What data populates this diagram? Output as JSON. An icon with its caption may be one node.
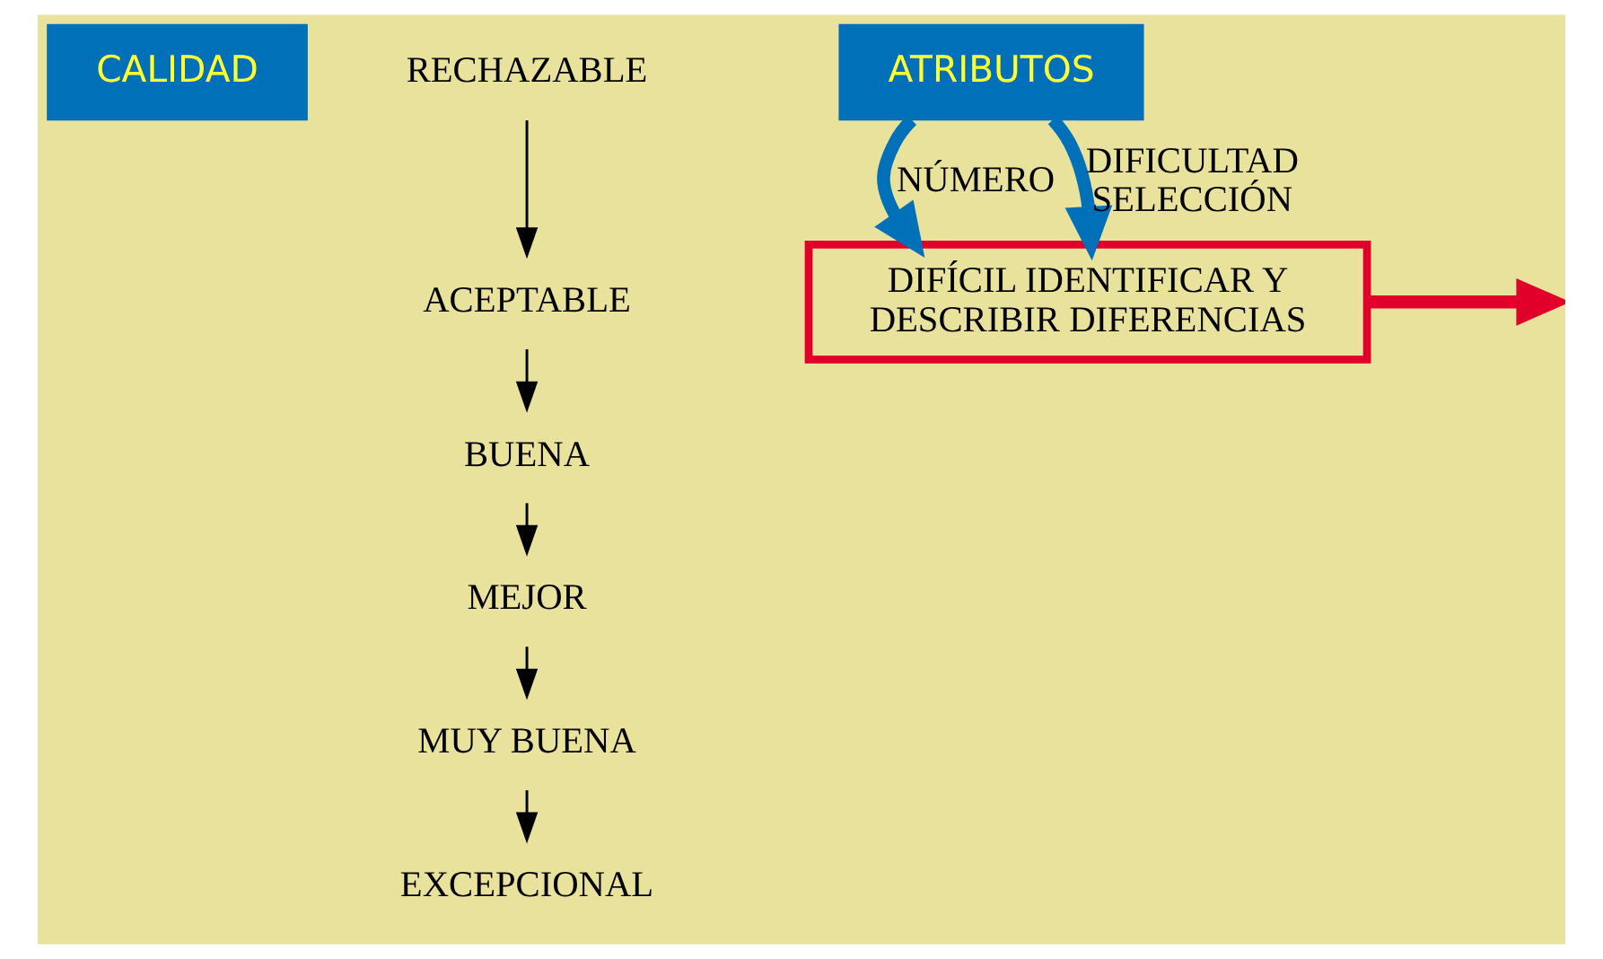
{
  "diagram": {
    "nodes": [
      {
        "text": [
          "CALIDAD"
        ]
      },
      {
        "text": [
          "RECHAZABLE"
        ]
      },
      {
        "text": [
          "ACEPTABLE"
        ]
      },
      {
        "text": [
          "BUENA"
        ]
      },
      {
        "text": [
          "MEJOR"
        ]
      },
      {
        "text": [
          "MUY BUENA"
        ]
      },
      {
        "text": [
          "EXCEPCIONAL"
        ]
      },
      {
        "text": [
          "ATRIBUTOS"
        ]
      },
      {
        "text": [
          "DIFÍCIL IDENTIFICAR Y DESCRIBIR DIFERENCIAS"
        ]
      }
    ],
    "edges": [
      {
        "from": 1,
        "to": 2,
        "arrow": "to"
      },
      {
        "from": 2,
        "to": 3,
        "arrow": "to"
      },
      {
        "from": 3,
        "to": 4,
        "arrow": "to"
      },
      {
        "from": 4,
        "to": 5,
        "arrow": "to"
      },
      {
        "from": 5,
        "to": 6,
        "arrow": "to"
      },
      {
        "from": 7,
        "to": 8,
        "arrow": "to",
        "label": "NÚMERO",
        "style": "thick",
        "color": "#0070b8"
      },
      {
        "from": 7,
        "to": 8,
        "arrow": "to",
        "label": "DIFICULTAD SELECCIÓN",
        "style": "thick",
        "color": "#0070b8"
      },
      {
        "from": 8,
        "to": null,
        "arrow": "to",
        "style": "thick",
        "color": "#e0002a"
      }
    ]
  }
}
